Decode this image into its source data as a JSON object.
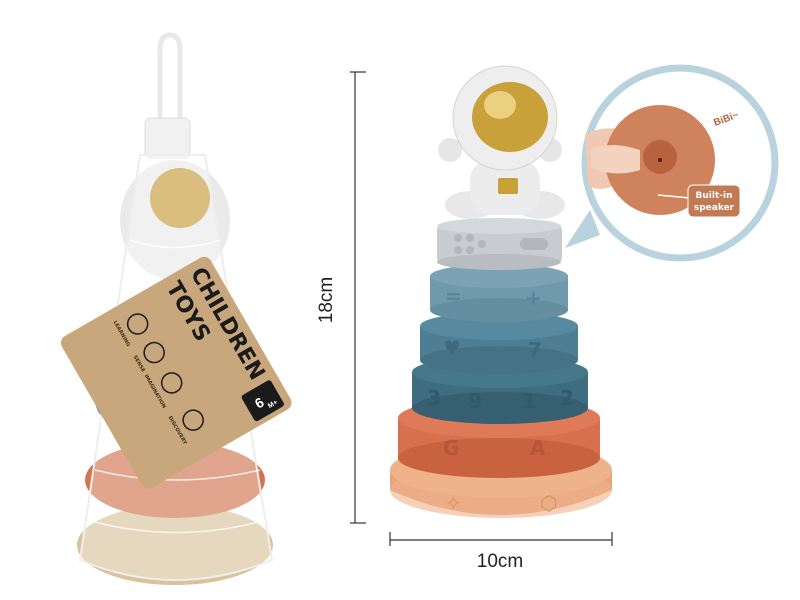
{
  "package": {
    "tag_title_line1": "CHILDREN",
    "tag_title_line2": "TOYS",
    "age_number": "6",
    "age_unit": "M+",
    "features": [
      "LEARNING",
      "SENSE",
      "IMAGINATION",
      "DISCOVERY"
    ]
  },
  "dimensions": {
    "height_label": "18cm",
    "width_label": "10cm"
  },
  "rings": {
    "light_blue_symbols": [
      "=",
      "+"
    ],
    "blue_symbols": [
      "♥",
      "7"
    ],
    "teal_numbers": [
      "3",
      "9",
      "1",
      "2"
    ],
    "orange_letters": [
      "G",
      "A"
    ]
  },
  "callout": {
    "sound_text": "BiBi~",
    "speaker_label_line1": "Built-in",
    "speaker_label_line2": "speaker"
  },
  "colors": {
    "base_ring": "#efb38c",
    "orange_ring": "#d8704e",
    "teal_ring": "#3e6d80",
    "blue_ring": "#4e7e93",
    "light_blue_ring": "#7099ab",
    "gray_block": "#c8cbcf",
    "gold_visor": "#c9a13a",
    "kraft_tag": "#c9a77c",
    "callout_border": "#b8d2de"
  }
}
